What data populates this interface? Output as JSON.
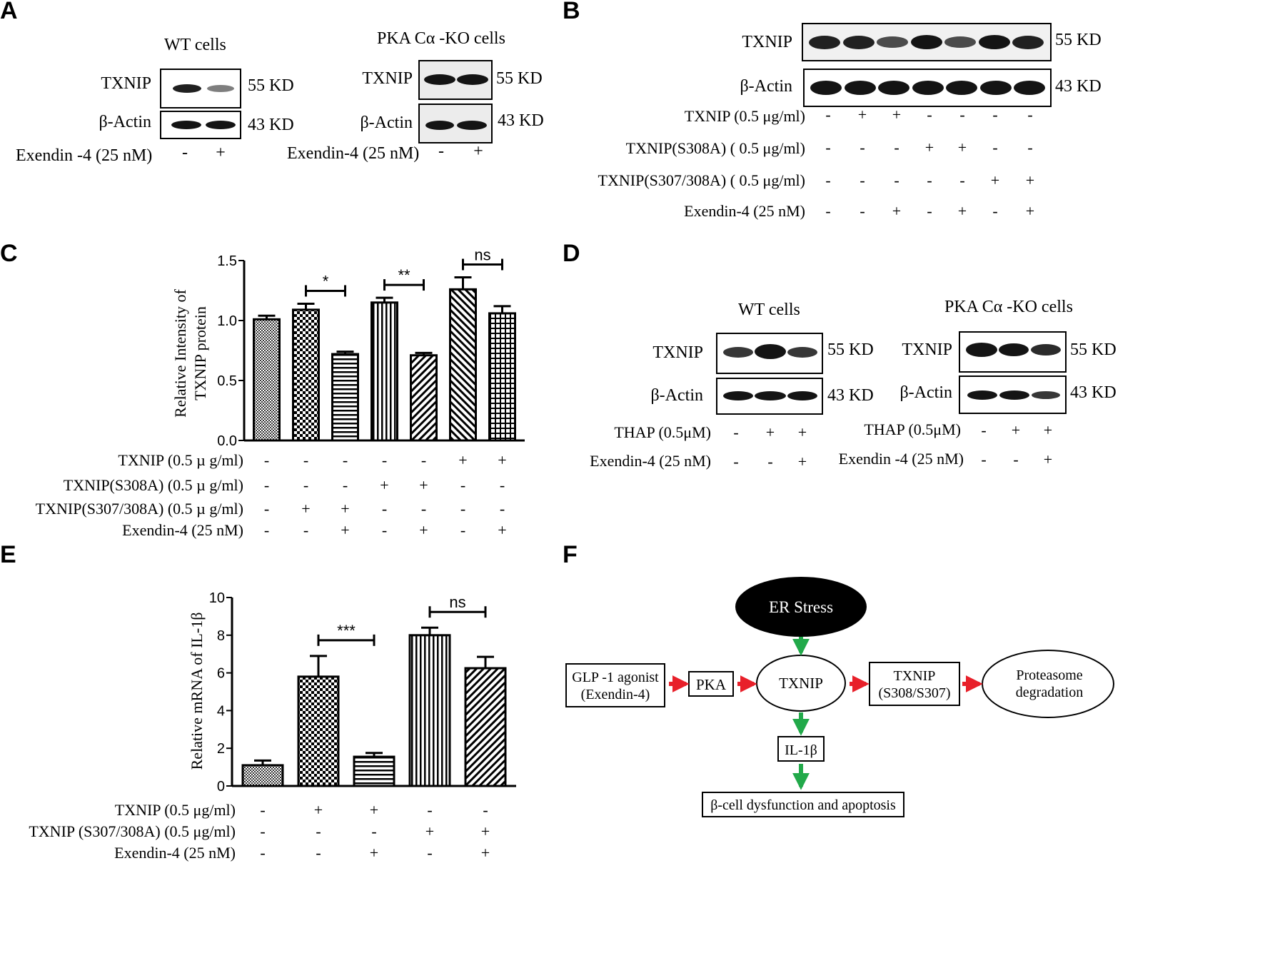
{
  "panels": {
    "A": {
      "label": "A",
      "blots": [
        {
          "title": "WT  cells",
          "rows": [
            "TXNIP",
            "β-Actin"
          ],
          "kd": [
            "55 KD",
            "43 KD"
          ],
          "condition": {
            "label": "Exendin -4 (25  nM)",
            "marks": [
              "-",
              "+"
            ]
          },
          "intensities": {
            "TXNIP": [
              0.95,
              0.55
            ],
            "beta_actin": [
              1.0,
              1.0
            ]
          }
        },
        {
          "title": "PKA Cα -KO cells",
          "rows": [
            "TXNIP",
            "β-Actin"
          ],
          "kd": [
            "55 KD",
            "43 KD"
          ],
          "condition": {
            "label": "Exendin-4 (25  nM)",
            "marks": [
              "-",
              "+"
            ]
          },
          "intensities": {
            "TXNIP": [
              1.0,
              1.0
            ],
            "beta_actin": [
              1.0,
              1.0
            ]
          }
        }
      ]
    },
    "B": {
      "label": "B",
      "rows": [
        "TXNIP",
        "β-Actin"
      ],
      "kd": [
        "55 KD",
        "43 KD"
      ],
      "conditions": [
        {
          "label": "TXNIP (0.5 μg/ml)",
          "marks": [
            "-",
            "+",
            "+",
            "-",
            "-",
            "-",
            "-"
          ]
        },
        {
          "label": "TXNIP(S308A) ( 0.5 μg/ml)",
          "marks": [
            "-",
            "-",
            "-",
            "+",
            "+",
            "-",
            "-"
          ]
        },
        {
          "label": "TXNIP(S307/308A) ( 0.5 μg/ml)",
          "marks": [
            "-",
            "-",
            "-",
            "-",
            "-",
            "+",
            "+"
          ]
        },
        {
          "label": "Exendin-4 (25  nM)",
          "marks": [
            "-",
            "-",
            "+",
            "-",
            "+",
            "-",
            "+"
          ]
        }
      ],
      "intensities": {
        "TXNIP": [
          0.9,
          0.9,
          0.55,
          1.0,
          0.55,
          1.0,
          0.9
        ],
        "beta_actin": [
          1,
          1,
          1,
          1,
          1,
          1,
          1
        ]
      }
    },
    "C": {
      "label": "C",
      "chart_data": {
        "type": "bar",
        "ylabel": [
          "Relative  Intensity of",
          "TXNIP protein"
        ],
        "ylim": [
          0,
          1.5
        ],
        "yticks": [
          "0.0",
          "0.5",
          "1.0",
          "1.5"
        ],
        "values": [
          1.01,
          1.09,
          0.72,
          1.15,
          0.71,
          1.26,
          1.06
        ],
        "errors": [
          0.03,
          0.05,
          0.02,
          0.04,
          0.02,
          0.1,
          0.06
        ],
        "patterns": [
          "smallcheck",
          "checker",
          "hlines",
          "vlines",
          "diag",
          "diag2",
          "grid"
        ],
        "significance": [
          {
            "from": 1,
            "to": 2,
            "text": "*"
          },
          {
            "from": 3,
            "to": 4,
            "text": "**"
          },
          {
            "from": 5,
            "to": 6,
            "text": "ns"
          }
        ],
        "conditions": [
          {
            "label": "TXNIP (0.5 µ g/ml)",
            "marks": [
              "-",
              "-",
              "-",
              "-",
              "-",
              "+",
              "+"
            ]
          },
          {
            "label": "TXNIP(S308A) (0.5 µ g/ml)",
            "marks": [
              "-",
              "-",
              "-",
              "+",
              "+",
              "-",
              "-"
            ]
          },
          {
            "label": "TXNIP(S307/308A) (0.5 µ g/ml)",
            "marks": [
              "-",
              "+",
              "+",
              "-",
              "-",
              "-",
              "-"
            ]
          },
          {
            "label": "Exendin-4 (25 nM)",
            "marks": [
              "-",
              "-",
              "+",
              "-",
              "+",
              "-",
              "+"
            ]
          }
        ]
      }
    },
    "D": {
      "label": "D",
      "blots": [
        {
          "title": "WT  cells",
          "rows": [
            "TXNIP",
            "β-Actin"
          ],
          "kd": [
            "55 KD",
            "43 KD"
          ],
          "conditions": [
            {
              "label": "THAP (0.5μM)",
              "marks": [
                "-",
                "+",
                "+"
              ]
            },
            {
              "label": "Exendin-4 (25  nM)",
              "marks": [
                "-",
                "-",
                "+"
              ]
            }
          ],
          "intensities": {
            "TXNIP": [
              0.85,
              1.0,
              0.85
            ],
            "beta_actin": [
              1,
              1,
              1
            ]
          }
        },
        {
          "title": "PKA Cα -KO cells",
          "rows": [
            "TXNIP",
            "β-Actin"
          ],
          "kd": [
            "55 KD",
            "43 KD"
          ],
          "conditions": [
            {
              "label": "THAP (0.5μM)",
              "marks": [
                "-",
                "+",
                "+"
              ]
            },
            {
              "label": "Exendin -4 (25  nM)",
              "marks": [
                "-",
                "-",
                "+"
              ]
            }
          ],
          "intensities": {
            "TXNIP": [
              1.0,
              1.0,
              0.9
            ],
            "beta_actin": [
              1,
              1,
              0.85
            ]
          }
        }
      ]
    },
    "E": {
      "label": "E",
      "chart_data": {
        "type": "bar",
        "ylabel": "Relative mRNA of IL-1β",
        "ylim": [
          0,
          10
        ],
        "yticks": [
          "0",
          "2",
          "4",
          "6",
          "8",
          "10"
        ],
        "values": [
          1.1,
          5.8,
          1.55,
          8.0,
          6.25
        ],
        "errors": [
          0.25,
          1.1,
          0.2,
          0.4,
          0.6
        ],
        "patterns": [
          "smallcheck",
          "checker",
          "hlines",
          "vlines",
          "diag"
        ],
        "significance": [
          {
            "from": 1,
            "to": 2,
            "text": "***"
          },
          {
            "from": 3,
            "to": 4,
            "text": "ns"
          }
        ],
        "conditions": [
          {
            "label": "TXNIP (0.5 μg/ml)",
            "marks": [
              "-",
              "+",
              "+",
              "-",
              "-"
            ]
          },
          {
            "label": "TXNIP (S307/308A) (0.5 μg/ml)",
            "marks": [
              "-",
              "-",
              "-",
              "+",
              "+"
            ]
          },
          {
            "label": "Exendin-4 (25 nM)",
            "marks": [
              "-",
              "-",
              "+",
              "-",
              "+"
            ]
          }
        ]
      }
    },
    "F": {
      "label": "F",
      "nodes": {
        "er_stress": "ER Stress",
        "glp1": [
          "GLP -1 agonist",
          "(Exendin-4)"
        ],
        "pka": "PKA",
        "txnip": "TXNIP",
        "txnip_p": [
          "TXNIP",
          "(S308/S307)"
        ],
        "proteasome": [
          "Proteasome",
          "degradation"
        ],
        "il1b": "IL-1β",
        "dysfunction": "β-cell dysfunction and apoptosis"
      },
      "colors": {
        "red_arrow": "#e8202a",
        "green_arrow": "#22a94a"
      }
    }
  }
}
